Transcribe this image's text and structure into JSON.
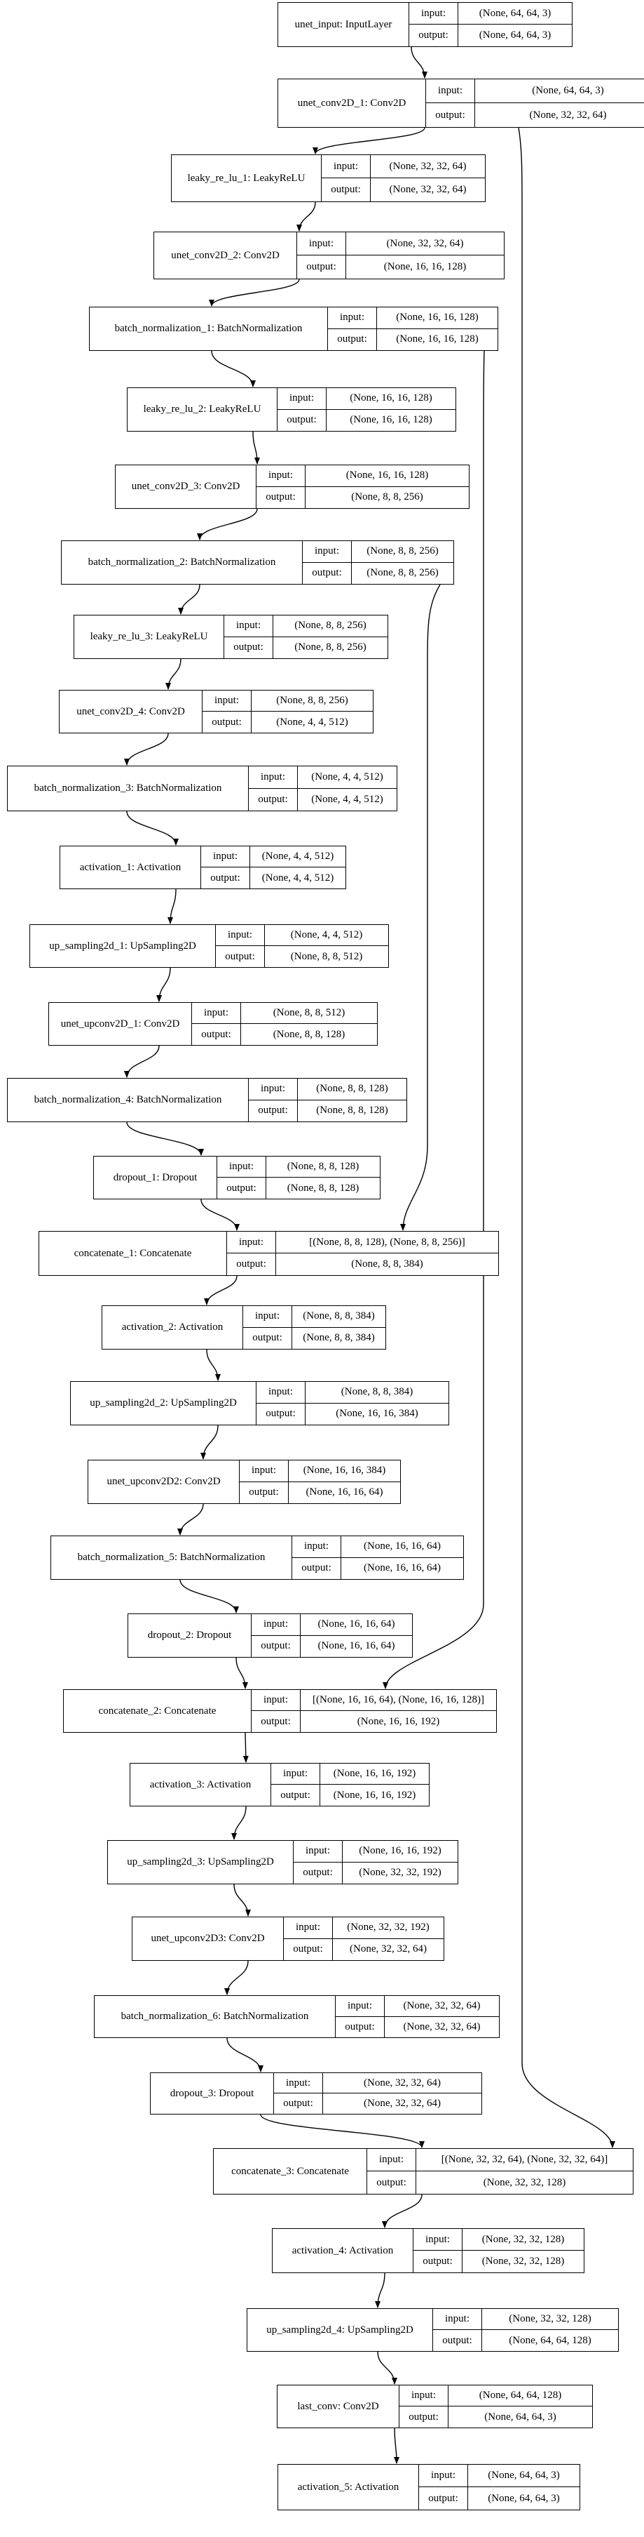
{
  "labels": {
    "input": "input:",
    "output": "output:"
  },
  "layers": [
    {
      "name": "unet_input: InputLayer",
      "input": "(None, 64, 64, 3)",
      "output": "(None, 64, 64, 3)"
    },
    {
      "name": "unet_conv2D_1: Conv2D",
      "input": "(None, 64, 64, 3)",
      "output": "(None, 32, 32, 64)"
    },
    {
      "name": "leaky_re_lu_1: LeakyReLU",
      "input": "(None, 32, 32, 64)",
      "output": "(None, 32, 32, 64)"
    },
    {
      "name": "unet_conv2D_2: Conv2D",
      "input": "(None, 32, 32, 64)",
      "output": "(None, 16, 16, 128)"
    },
    {
      "name": "batch_normalization_1: BatchNormalization",
      "input": "(None, 16, 16, 128)",
      "output": "(None, 16, 16, 128)"
    },
    {
      "name": "leaky_re_lu_2: LeakyReLU",
      "input": "(None, 16, 16, 128)",
      "output": "(None, 16, 16, 128)"
    },
    {
      "name": "unet_conv2D_3: Conv2D",
      "input": "(None, 16, 16, 128)",
      "output": "(None, 8, 8, 256)"
    },
    {
      "name": "batch_normalization_2: BatchNormalization",
      "input": "(None, 8, 8, 256)",
      "output": "(None, 8, 8, 256)"
    },
    {
      "name": "leaky_re_lu_3: LeakyReLU",
      "input": "(None, 8, 8, 256)",
      "output": "(None, 8, 8, 256)"
    },
    {
      "name": "unet_conv2D_4: Conv2D",
      "input": "(None, 8, 8, 256)",
      "output": "(None, 4, 4, 512)"
    },
    {
      "name": "batch_normalization_3: BatchNormalization",
      "input": "(None, 4, 4, 512)",
      "output": "(None, 4, 4, 512)"
    },
    {
      "name": "activation_1: Activation",
      "input": "(None, 4, 4, 512)",
      "output": "(None, 4, 4, 512)"
    },
    {
      "name": "up_sampling2d_1: UpSampling2D",
      "input": "(None, 4, 4, 512)",
      "output": "(None, 8, 8, 512)"
    },
    {
      "name": "unet_upconv2D_1: Conv2D",
      "input": "(None, 8, 8, 512)",
      "output": "(None, 8, 8, 128)"
    },
    {
      "name": "batch_normalization_4: BatchNormalization",
      "input": "(None, 8, 8, 128)",
      "output": "(None, 8, 8, 128)"
    },
    {
      "name": "dropout_1: Dropout",
      "input": "(None, 8, 8, 128)",
      "output": "(None, 8, 8, 128)"
    },
    {
      "name": "concatenate_1: Concatenate",
      "input": "[(None, 8, 8, 128), (None, 8, 8, 256)]",
      "output": "(None, 8, 8, 384)"
    },
    {
      "name": "activation_2: Activation",
      "input": "(None, 8, 8, 384)",
      "output": "(None, 8, 8, 384)"
    },
    {
      "name": "up_sampling2d_2: UpSampling2D",
      "input": "(None, 8, 8, 384)",
      "output": "(None, 16, 16, 384)"
    },
    {
      "name": "unet_upconv2D2: Conv2D",
      "input": "(None, 16, 16, 384)",
      "output": "(None, 16, 16, 64)"
    },
    {
      "name": "batch_normalization_5: BatchNormalization",
      "input": "(None, 16, 16, 64)",
      "output": "(None, 16, 16, 64)"
    },
    {
      "name": "dropout_2: Dropout",
      "input": "(None, 16, 16, 64)",
      "output": "(None, 16, 16, 64)"
    },
    {
      "name": "concatenate_2: Concatenate",
      "input": "[(None, 16, 16, 64), (None, 16, 16, 128)]",
      "output": "(None, 16, 16, 192)"
    },
    {
      "name": "activation_3: Activation",
      "input": "(None, 16, 16, 192)",
      "output": "(None, 16, 16, 192)"
    },
    {
      "name": "up_sampling2d_3: UpSampling2D",
      "input": "(None, 16, 16, 192)",
      "output": "(None, 32, 32, 192)"
    },
    {
      "name": "unet_upconv2D3: Conv2D",
      "input": "(None, 32, 32, 192)",
      "output": "(None, 32, 32, 64)"
    },
    {
      "name": "batch_normalization_6: BatchNormalization",
      "input": "(None, 32, 32, 64)",
      "output": "(None, 32, 32, 64)"
    },
    {
      "name": "dropout_3: Dropout",
      "input": "(None, 32, 32, 64)",
      "output": "(None, 32, 32, 64)"
    },
    {
      "name": "concatenate_3: Concatenate",
      "input": "[(None, 32, 32, 64), (None, 32, 32, 64)]",
      "output": "(None, 32, 32, 128)"
    },
    {
      "name": "activation_4: Activation",
      "input": "(None, 32, 32, 128)",
      "output": "(None, 32, 32, 128)"
    },
    {
      "name": "up_sampling2d_4: UpSampling2D",
      "input": "(None, 32, 32, 128)",
      "output": "(None, 64, 64, 128)"
    },
    {
      "name": "last_conv: Conv2D",
      "input": "(None, 64, 64, 128)",
      "output": "(None, 64, 64, 3)"
    },
    {
      "name": "activation_5: Activation",
      "input": "(None, 64, 64, 3)",
      "output": "(None, 64, 64, 3)"
    }
  ],
  "edges": [
    [
      0,
      1
    ],
    [
      1,
      2
    ],
    [
      2,
      3
    ],
    [
      3,
      4
    ],
    [
      4,
      5
    ],
    [
      5,
      6
    ],
    [
      6,
      7
    ],
    [
      7,
      8
    ],
    [
      8,
      9
    ],
    [
      9,
      10
    ],
    [
      10,
      11
    ],
    [
      11,
      12
    ],
    [
      12,
      13
    ],
    [
      13,
      14
    ],
    [
      14,
      15
    ],
    [
      15,
      16
    ],
    [
      7,
      16
    ],
    [
      16,
      17
    ],
    [
      17,
      18
    ],
    [
      18,
      19
    ],
    [
      19,
      20
    ],
    [
      20,
      21
    ],
    [
      21,
      22
    ],
    [
      4,
      22
    ],
    [
      22,
      23
    ],
    [
      23,
      24
    ],
    [
      24,
      25
    ],
    [
      25,
      26
    ],
    [
      26,
      27
    ],
    [
      27,
      28
    ],
    [
      1,
      28
    ],
    [
      28,
      29
    ],
    [
      29,
      30
    ],
    [
      30,
      31
    ],
    [
      31,
      32
    ]
  ]
}
